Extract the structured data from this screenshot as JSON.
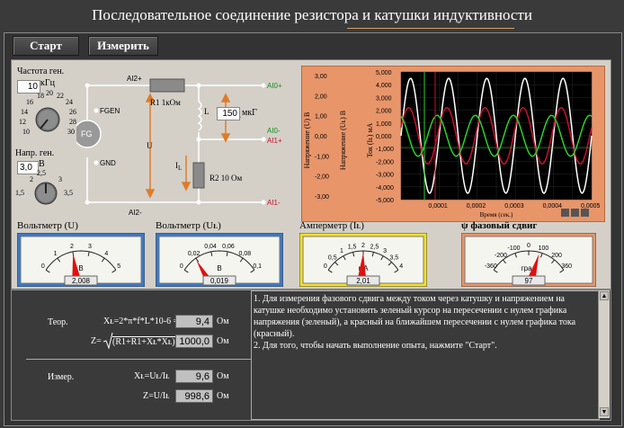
{
  "title": "Последовательное соединение резистора и катушки индуктивности",
  "toolbar": {
    "start_label": "Старт",
    "measure_label": "Измерить"
  },
  "generator": {
    "freq_label": "Частота ген.",
    "freq_value": "10",
    "freq_unit": "кГц",
    "freq_ticks": [
      "18",
      "20",
      "22",
      "16",
      "24",
      "14",
      "26",
      "12",
      "28",
      "10",
      "30"
    ],
    "volt_label": "Напр. ген.",
    "volt_value": "3,0",
    "volt_unit": "В",
    "volt_ticks": [
      "2,5",
      "2",
      "3",
      "1,5",
      "3,5"
    ]
  },
  "circuit": {
    "ai2p": "AI2+",
    "ai2m": "AI2-",
    "ao0p": "AI0+",
    "ao0m": "AI0-",
    "ai1p": "AI1+",
    "ai1m": "AI1-",
    "fgen": "FGEN",
    "gnd": "GND",
    "fg": "FG",
    "r1": "R1 1кОм",
    "l_label": "L",
    "l_value": "150",
    "l_unit": "мкГ",
    "u_label": "U",
    "ul_label": "U",
    "ul_sub": "L",
    "ic_label": "I",
    "ic_sub": "L",
    "r2": "R2 10 Ом"
  },
  "scope": {
    "y1_label": "Напряжение (U) В",
    "y2_label": "Напряжение (Uᴌ) В",
    "y3_label": "Ток (Iᴌ) мА",
    "x_label": "Время (сек.)",
    "y1_ticks": [
      "3,00",
      "2,00",
      "1,00",
      "0,00",
      "-1,00",
      "-2,00",
      "-3,00"
    ],
    "y3_ticks": [
      "5,000",
      "4,000",
      "3,000",
      "2,000",
      "1,000",
      "0,000",
      "-1,000",
      "-2,000",
      "-3,000",
      "-4,000",
      "-5,000"
    ],
    "x_ticks": [
      "0,0001",
      "0,0002",
      "0,0003",
      "0,0004",
      "0,0005"
    ],
    "colors": {
      "u": "#ffffff",
      "ul": "#2bd12b",
      "il": "#c8102e",
      "bg": "#000000",
      "panel": "#e8956a"
    }
  },
  "meters": {
    "v1": {
      "title": "Вольтметр (U)",
      "ticks": [
        "0",
        "1",
        "2",
        "3",
        "4",
        "5"
      ],
      "unit": "В",
      "reading": "2,008",
      "value_fraction": 0.4
    },
    "v2": {
      "title": "Вольтметр (Uᴌ)",
      "ticks": [
        "0",
        "0,02",
        "0,04",
        "0,06",
        "0,08",
        "0,1"
      ],
      "unit": "В",
      "reading": "0,019",
      "value_fraction": 0.19
    },
    "a": {
      "title": "Амперметр (Iᴌ)",
      "ticks": [
        "0",
        "0,5",
        "1",
        "1,5",
        "2",
        "2,5",
        "3",
        "3,5",
        "4"
      ],
      "unit": "мА",
      "reading": "2,01",
      "value_fraction": 0.5
    },
    "ph": {
      "title": "ψ фазовый сдвиг",
      "ticks": [
        "-360",
        "-200",
        "-100",
        "0",
        "100",
        "200",
        "360"
      ],
      "unit": "град",
      "reading": "97",
      "value_fraction": 0.63
    }
  },
  "calc": {
    "theor_label": "Теор.",
    "xl_formula": "Xᴌ=2*π*f*L*10-6 =",
    "xl_value": "9,4",
    "unit_ohm": "Ом",
    "z_formula_left": "Z=",
    "z_formula_root": "(R1+R1+Xᴌ*Xᴌ)=",
    "z_value": "1000,0",
    "meas_label": "Измер.",
    "xl_meas_formula": "Xᴌ=Uᴌ/Iᴌ",
    "xl_meas_value": "9,6",
    "z_meas_formula": "Z=U/Iᴌ",
    "z_meas_value": "998,6"
  },
  "instructions": "1. Для измерения фазового сдвига между током через катушку и напряжением на катушке необходимо установить зеленый курсор на пересечении с нулем графика напряжения (зеленый), а красный на ближайшем пересечении с нулем графика тока (красный).\n2. Для того, чтобы начать выполнение опыта, нажмите \"Старт\"."
}
